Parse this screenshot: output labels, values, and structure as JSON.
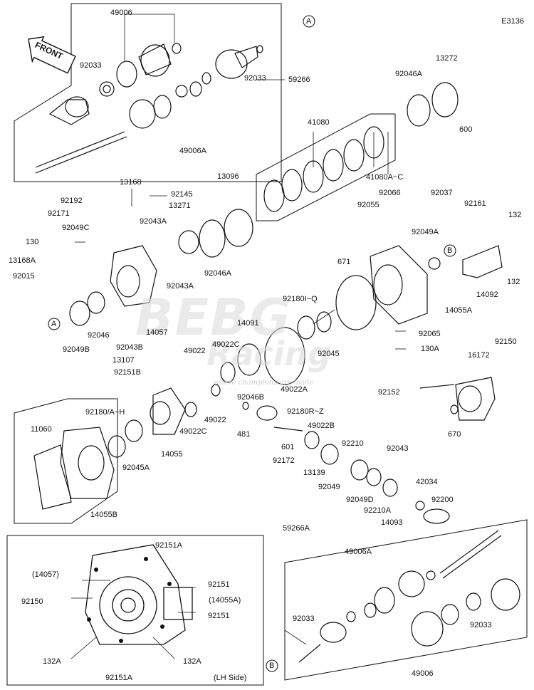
{
  "diagram_code": "E3136",
  "front_label": "FRONT",
  "watermark": {
    "line1": "BEBG",
    "line2": "Racing",
    "tagline": "where champions are made"
  },
  "inset_caption": "(LH Side)",
  "callout_markers": [
    "A",
    "B"
  ],
  "part_labels": [
    "49006",
    "92033",
    "92033",
    "59266",
    "49006A",
    "92046A",
    "13272",
    "600",
    "41080",
    "41080A~C",
    "13168",
    "92192",
    "92145",
    "92171",
    "13271",
    "13096",
    "92043A",
    "92049C",
    "130",
    "13168A",
    "92015",
    "92066",
    "92037",
    "92055",
    "92161",
    "132",
    "92049A",
    "132",
    "92046A",
    "92043A",
    "14092",
    "671",
    "14055A",
    "92180I~Q",
    "14091",
    "14057",
    "92046",
    "92049B",
    "92045",
    "92065",
    "130A",
    "92043B",
    "49022",
    "49022C",
    "13107",
    "49022A",
    "92151B",
    "92046B",
    "92150",
    "16172",
    "92180/A~H",
    "49022",
    "92180R~Z",
    "49022C",
    "481",
    "49022B",
    "92152",
    "11060",
    "14055",
    "92045A",
    "601",
    "92210",
    "92043",
    "670",
    "92172",
    "13139",
    "42034",
    "92049",
    "92049D",
    "92200",
    "92210A",
    "14093",
    "14055B",
    "92151A",
    "(14057)",
    "92151",
    "92150",
    "(14055A)",
    "92151",
    "132A",
    "132A",
    "92151A",
    "59266A",
    "49006A",
    "92033",
    "92033",
    "49006"
  ]
}
